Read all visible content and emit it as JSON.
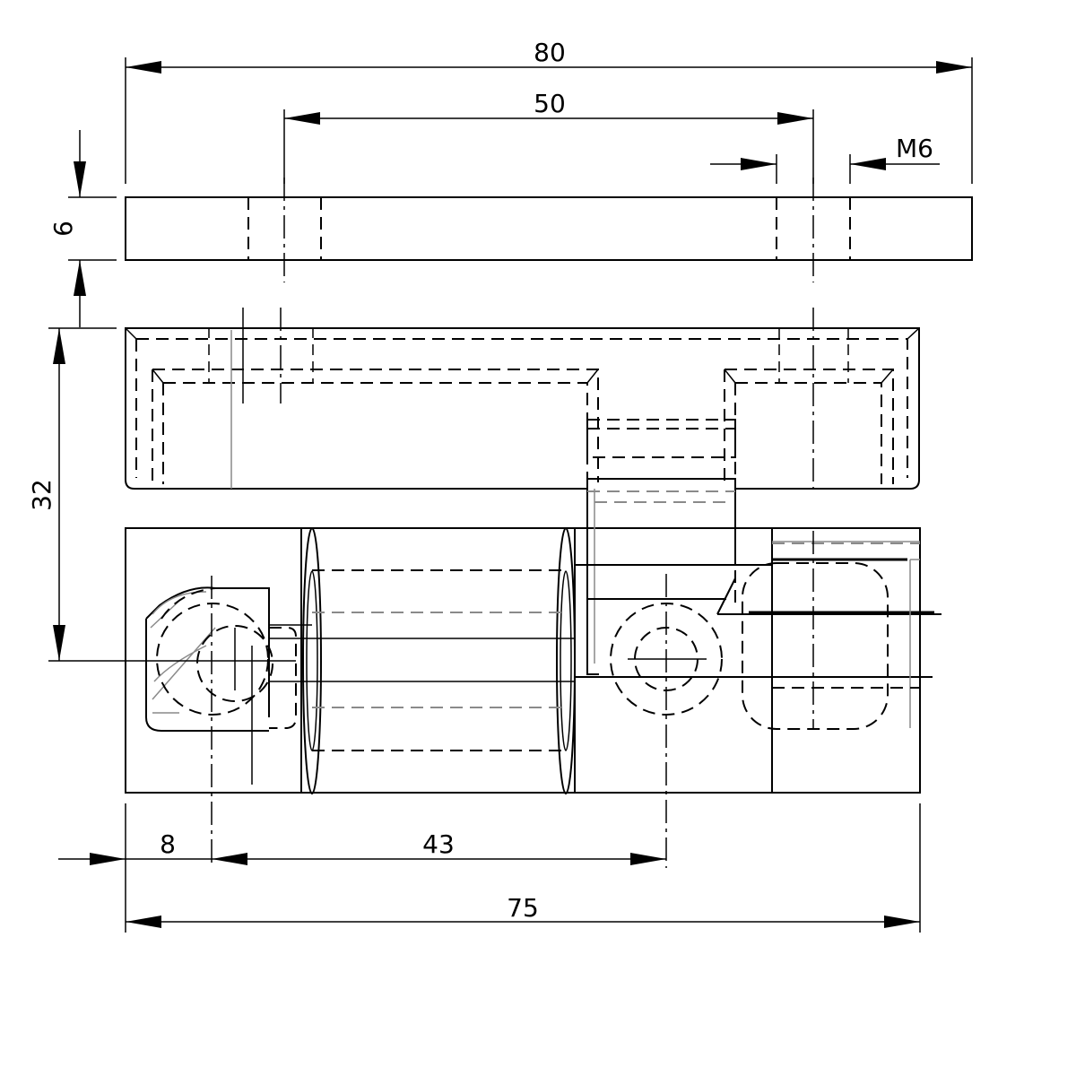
{
  "dimensions": {
    "overall_length": "80",
    "hole_spacing": "50",
    "thread": "M6",
    "thickness": "6",
    "height": "32",
    "offset": "8",
    "pivot_distance": "43",
    "body_length": "75"
  }
}
